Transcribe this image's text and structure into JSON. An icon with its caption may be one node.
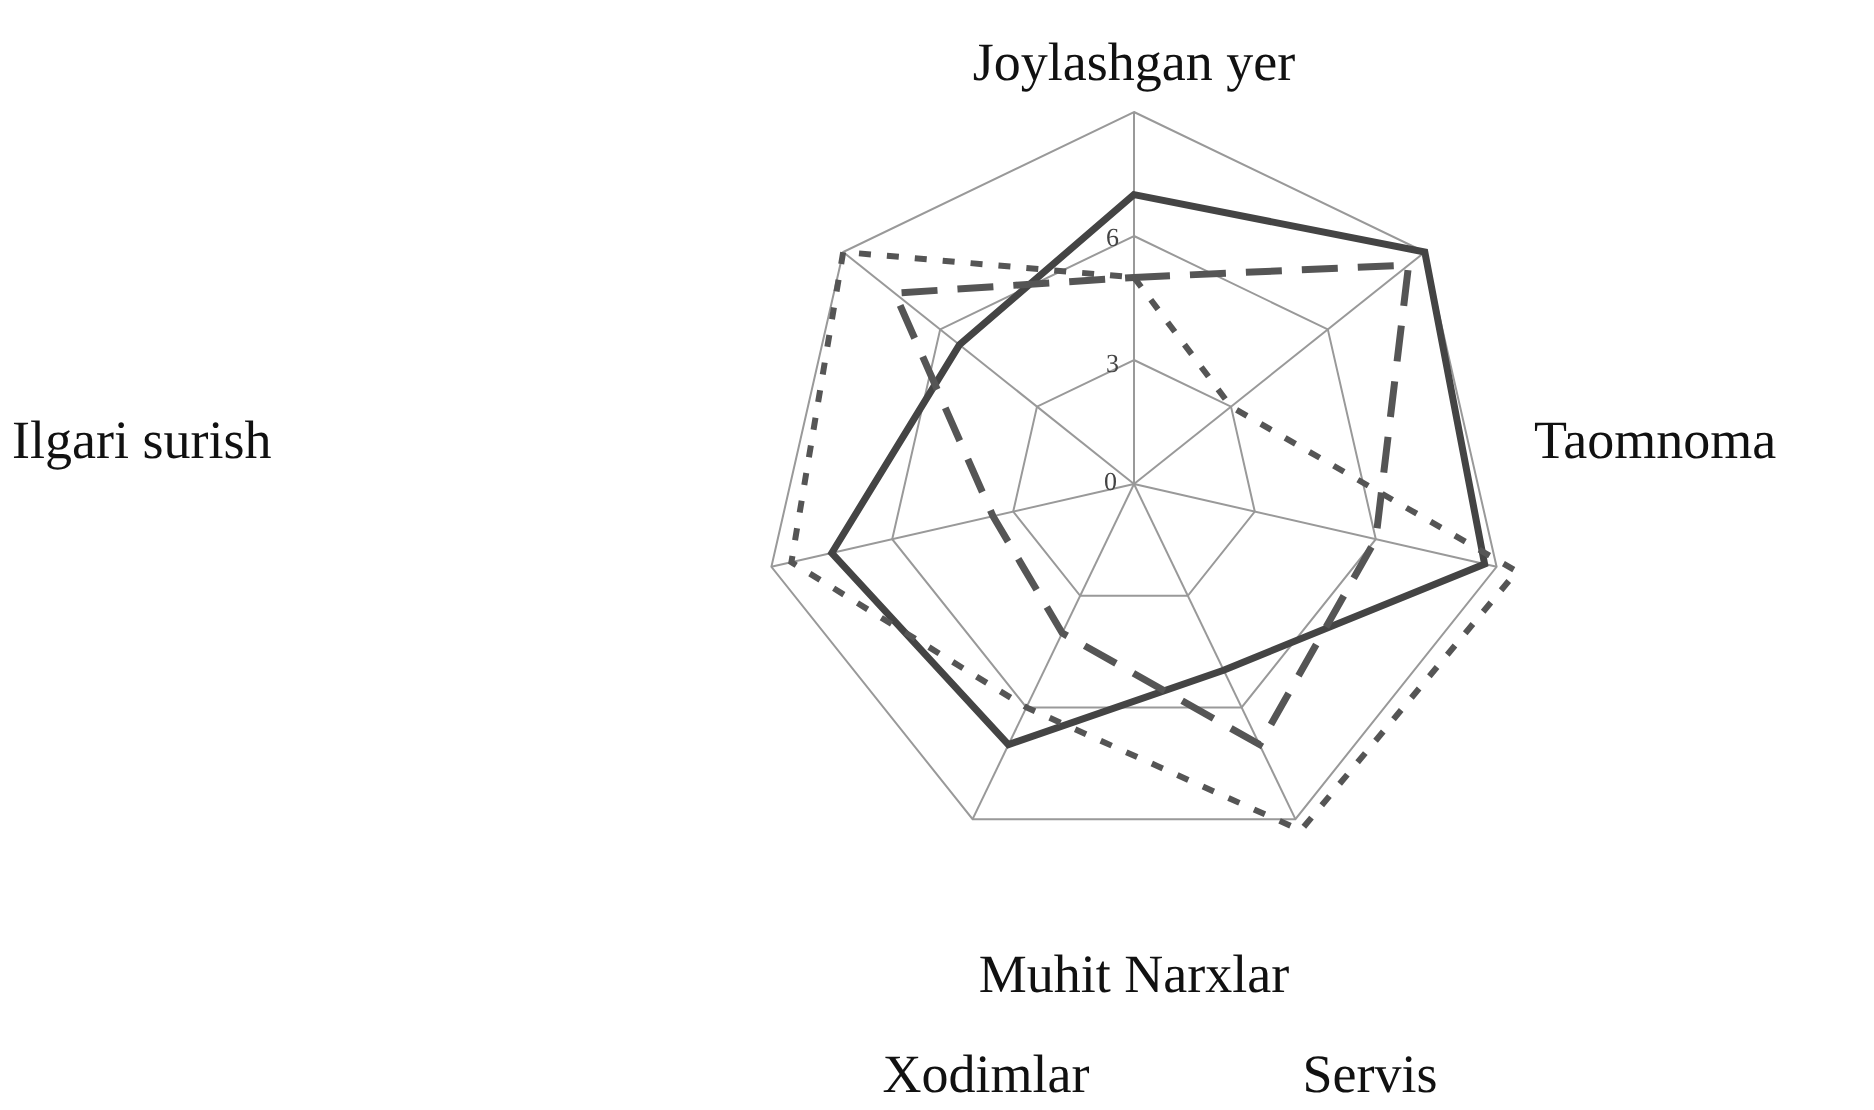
{
  "diagram": {
    "labels": [
      "Joylashgan yer",
      "6",
      "3",
      "Ilgari surish",
      "Taomnoma",
      "0",
      "Muhit Narxlar",
      "Xodimlar",
      "Servis"
    ]
  }
}
